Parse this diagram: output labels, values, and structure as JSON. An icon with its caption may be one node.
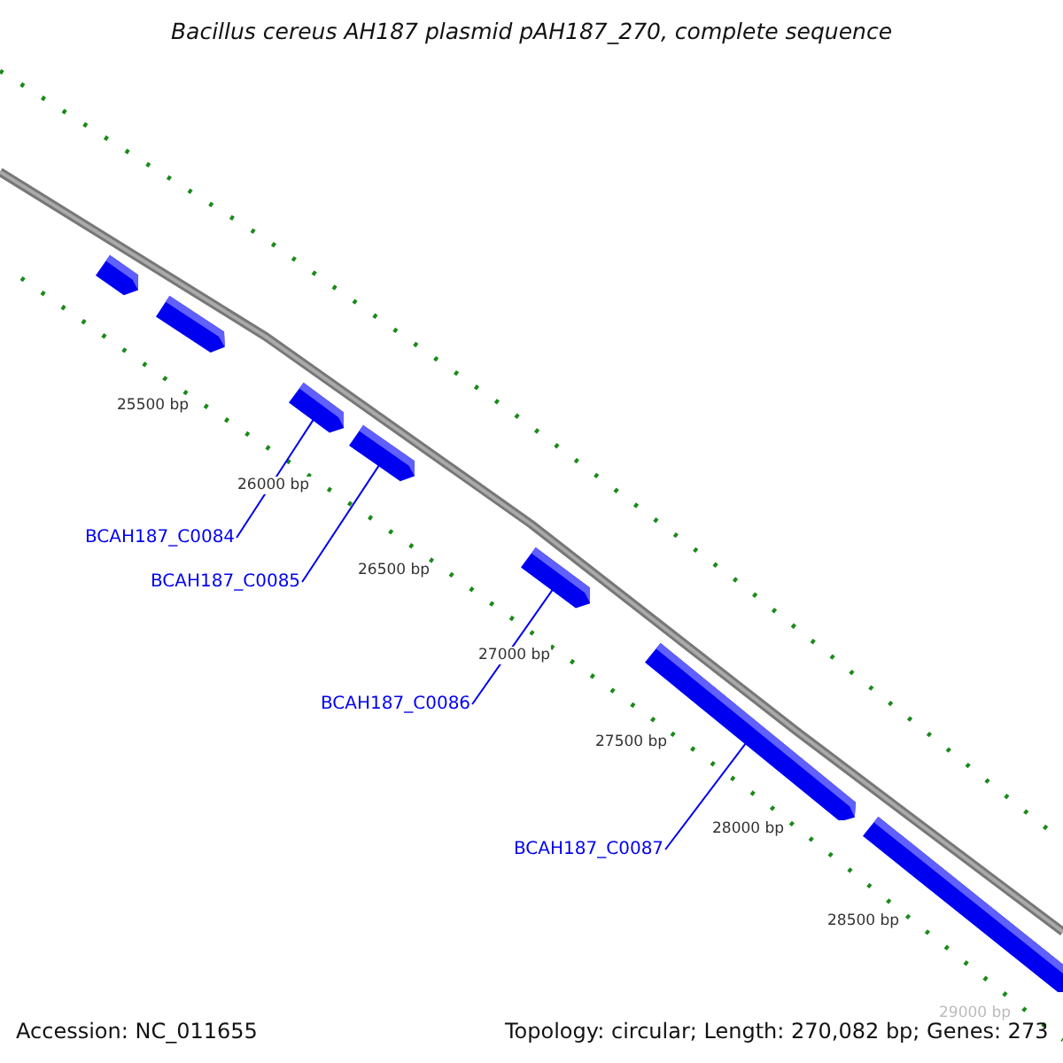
{
  "diagram": {
    "title": "Bacillus cereus AH187 plasmid pAH187_270, complete sequence",
    "nodes": [
      {
        "text": [],
        "shape": "bar"
      },
      {
        "text": [],
        "shape": "bar"
      },
      {
        "text": [],
        "shape": "bar"
      },
      {
        "text": [],
        "shape": "bar"
      },
      {
        "text": [],
        "shape": "bar"
      },
      {
        "text": [],
        "shape": "bar"
      },
      {
        "text": [],
        "shape": "bar"
      },
      {
        "text": [
          "BCAH187_C0084"
        ]
      },
      {
        "text": [
          "BCAH187_C0085"
        ]
      },
      {
        "text": [
          "BCAH187_C0086"
        ]
      },
      {
        "text": [
          "BCAH187_C0087"
        ]
      }
    ],
    "edges": [
      {
        "from": 7,
        "to": 2,
        "arrow": "none"
      },
      {
        "from": 8,
        "to": 3,
        "arrow": "none"
      },
      {
        "from": 9,
        "to": 4,
        "arrow": "none"
      },
      {
        "from": 10,
        "to": 5,
        "arrow": "none"
      }
    ],
    "labels": [
      "25500 bp",
      "26000 bp",
      "26500 bp",
      "27000 bp",
      "27500 bp",
      "28000 bp",
      "28500 bp",
      "29000 bp",
      "Accession: NC_011655",
      "Topology: circular; Length: 270,082 bp; Genes: 273"
    ]
  }
}
